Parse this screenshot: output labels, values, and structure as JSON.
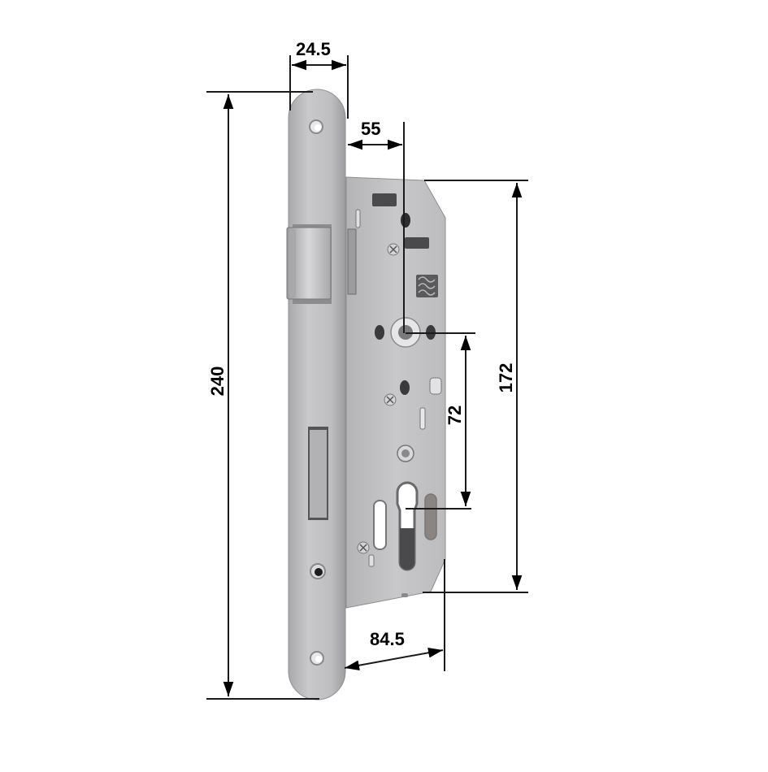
{
  "diagram": {
    "subject": "Mortise lock body with faceplate",
    "units": "mm",
    "colors": {
      "background": "#ffffff",
      "dimension_line": "#1a1a1a",
      "faceplate": "#bdbdbf",
      "lock_body": "#c4c4c6",
      "hole": "#3a3a3a"
    },
    "dimensions": {
      "faceplate_width": {
        "label": "24.5",
        "orientation": "horizontal"
      },
      "backset": {
        "label": "55",
        "orientation": "horizontal"
      },
      "faceplate_height": {
        "label": "240",
        "orientation": "vertical"
      },
      "case_height": {
        "label": "172",
        "orientation": "vertical"
      },
      "handle_to_cylinder": {
        "label": "72",
        "orientation": "vertical"
      },
      "case_depth": {
        "label": "84.5",
        "orientation": "horizontal"
      }
    },
    "components": [
      "faceplate",
      "latch-bolt",
      "deadbolt",
      "lock-case",
      "spindle-hub",
      "euro-cylinder-cutout",
      "mounting-screw-holes"
    ]
  }
}
